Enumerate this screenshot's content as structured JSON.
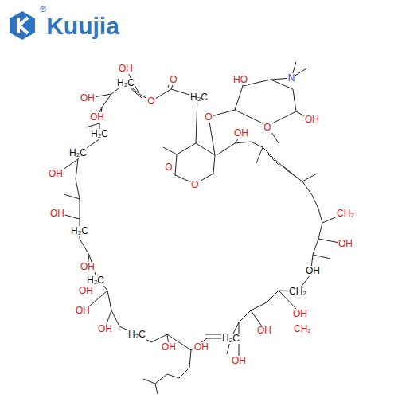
{
  "diagram": {
    "labels": [
      "Kuujia",
      "®",
      "HO",
      "N",
      "OH",
      "O",
      "O",
      "O",
      "O",
      "O",
      "O",
      "H₂C",
      "OH",
      "OH",
      "H₂C",
      "OH",
      "OH",
      "H₂C",
      "H₂C",
      "OH",
      "OH",
      "H₂C",
      "OH",
      "H₂C",
      "OH",
      "OH",
      "OH",
      "H₂C",
      "OH",
      "OH",
      "OH",
      "H₂C",
      "OH",
      "OH",
      "CH₂",
      "CH₂",
      "OH",
      "OH",
      "CH₂"
    ]
  }
}
